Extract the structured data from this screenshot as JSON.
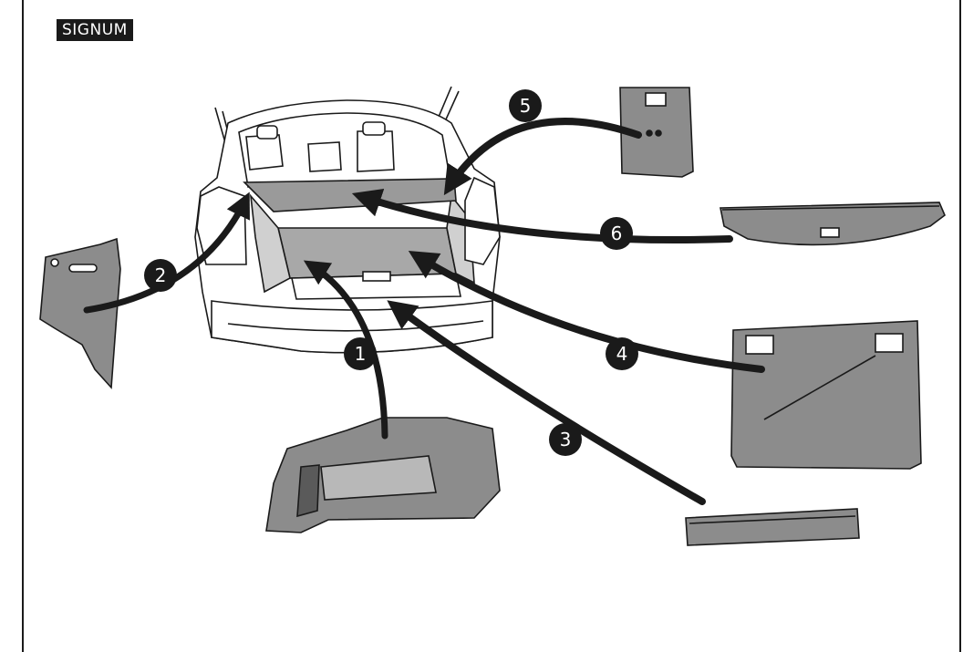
{
  "model_label": "SIGNUM",
  "callouts": [
    "1",
    "2",
    "3",
    "4",
    "5",
    "6"
  ],
  "colors": {
    "line": "#1a1a1a",
    "part_fill": "#8c8c8c",
    "part_fill_light": "#a8a8a8",
    "car_fill": "#ffffff",
    "shelf_fill": "#9a9a9a"
  }
}
